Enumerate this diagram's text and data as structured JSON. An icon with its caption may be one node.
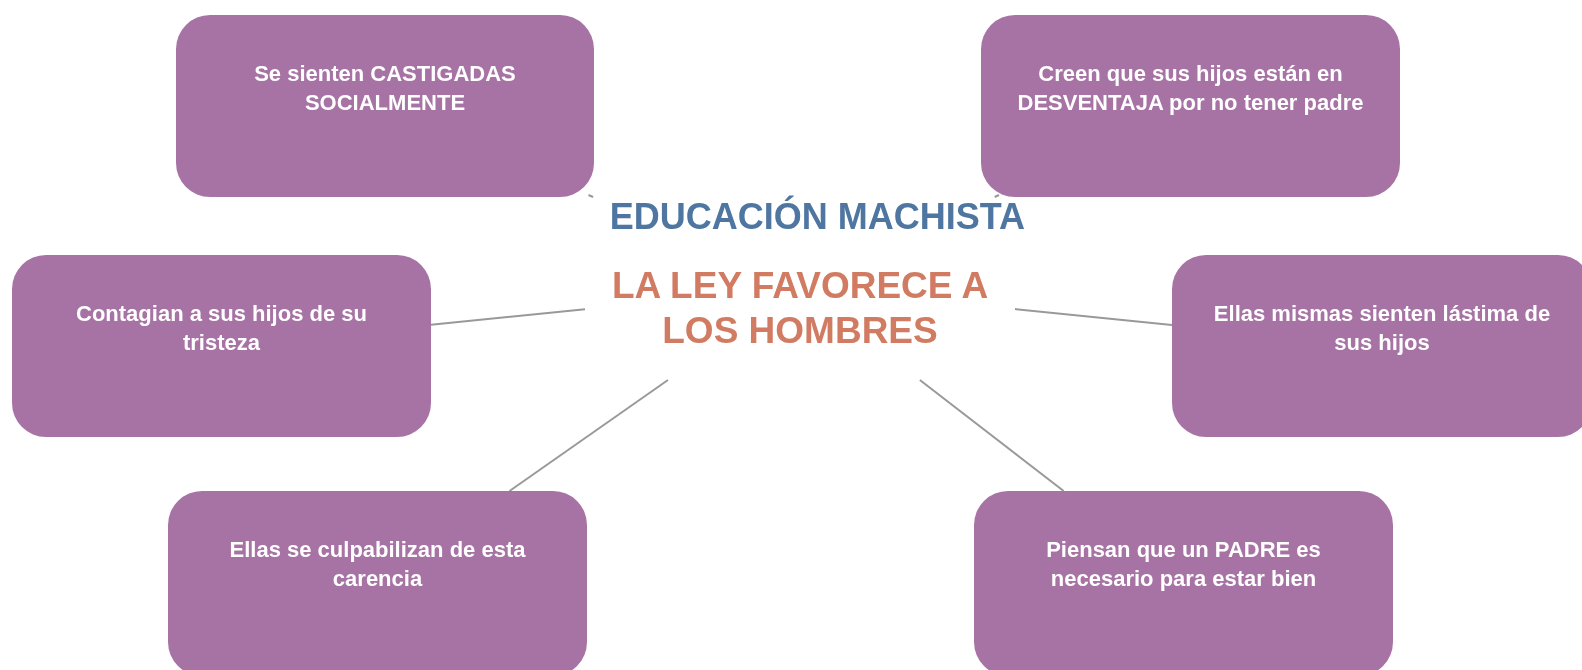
{
  "diagram": {
    "nodes": [
      {
        "text": [
          "EDUCACIÓN MACHISTA",
          "LA LEY FAVORECE A LOS HOMBRES"
        ]
      },
      {
        "text": [
          "Se sienten CASTIGADAS SOCIALMENTE"
        ]
      },
      {
        "text": [
          "Creen que sus hijos están en DESVENTAJA por no tener padre"
        ]
      },
      {
        "text": [
          "Contagian a sus hijos de su tristeza"
        ]
      },
      {
        "text": [
          "Ellas mismas  sienten lástima de sus hijos"
        ]
      },
      {
        "text": [
          "Ellas se culpabilizan de esta carencia"
        ]
      },
      {
        "text": [
          "Piensan que un PADRE es necesario para estar bien"
        ]
      }
    ],
    "edges": [
      {
        "from": 0,
        "to": 1,
        "arrow": "none"
      },
      {
        "from": 0,
        "to": 2,
        "arrow": "none"
      },
      {
        "from": 0,
        "to": 3,
        "arrow": "none"
      },
      {
        "from": 0,
        "to": 4,
        "arrow": "none"
      },
      {
        "from": 0,
        "to": 5,
        "arrow": "none"
      },
      {
        "from": 0,
        "to": 6,
        "arrow": "none"
      }
    ]
  }
}
